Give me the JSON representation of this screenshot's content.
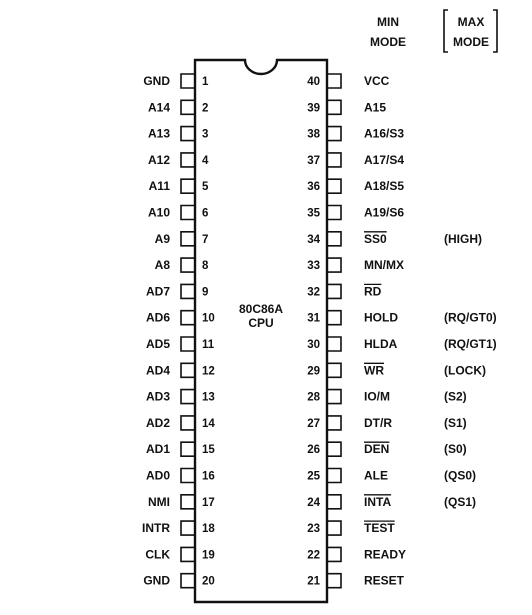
{
  "header": {
    "min_mode_line1": "MIN",
    "min_mode_line2": "MODE",
    "max_mode_line1": "MAX",
    "max_mode_line2": "MODE"
  },
  "chip": {
    "label_line1": "80C86A",
    "label_line2": "CPU"
  },
  "pins": [
    {
      "num": "1",
      "name": "GND",
      "overbar": false
    },
    {
      "num": "2",
      "name": "A14",
      "overbar": false
    },
    {
      "num": "3",
      "name": "A13",
      "overbar": false
    },
    {
      "num": "4",
      "name": "A12",
      "overbar": false
    },
    {
      "num": "5",
      "name": "A11",
      "overbar": false
    },
    {
      "num": "6",
      "name": "A10",
      "overbar": false
    },
    {
      "num": "7",
      "name": "A9",
      "overbar": false
    },
    {
      "num": "8",
      "name": "A8",
      "overbar": false
    },
    {
      "num": "9",
      "name": "AD7",
      "overbar": false
    },
    {
      "num": "10",
      "name": "AD6",
      "overbar": false
    },
    {
      "num": "11",
      "name": "AD5",
      "overbar": false
    },
    {
      "num": "12",
      "name": "AD4",
      "overbar": false
    },
    {
      "num": "13",
      "name": "AD3",
      "overbar": false
    },
    {
      "num": "14",
      "name": "AD2",
      "overbar": false
    },
    {
      "num": "15",
      "name": "AD1",
      "overbar": false
    },
    {
      "num": "16",
      "name": "AD0",
      "overbar": false
    },
    {
      "num": "17",
      "name": "NMI",
      "overbar": false
    },
    {
      "num": "18",
      "name": "INTR",
      "overbar": false
    },
    {
      "num": "19",
      "name": "CLK",
      "overbar": false
    },
    {
      "num": "20",
      "name": "GND",
      "overbar": false
    },
    {
      "num": "40",
      "name": "VCC",
      "overbar": false,
      "max": ""
    },
    {
      "num": "39",
      "name": "A15",
      "overbar": false,
      "max": ""
    },
    {
      "num": "38",
      "name": "A16/S3",
      "overbar": false,
      "max": ""
    },
    {
      "num": "37",
      "name": "A17/S4",
      "overbar": false,
      "max": ""
    },
    {
      "num": "36",
      "name": "A18/S5",
      "overbar": false,
      "max": ""
    },
    {
      "num": "35",
      "name": "A19/S6",
      "overbar": false,
      "max": ""
    },
    {
      "num": "34",
      "name": "SS0",
      "overbar": true,
      "max": "(HIGH)"
    },
    {
      "num": "33",
      "name": "MN/MX",
      "overbar": false,
      "max": ""
    },
    {
      "num": "32",
      "name": "RD",
      "overbar": true,
      "max": ""
    },
    {
      "num": "31",
      "name": "HOLD",
      "overbar": false,
      "max": "(RQ/GT0)"
    },
    {
      "num": "30",
      "name": "HLDA",
      "overbar": false,
      "max": "(RQ/GT1)"
    },
    {
      "num": "29",
      "name": "WR",
      "overbar": true,
      "max": "(LOCK)"
    },
    {
      "num": "28",
      "name": "IO/M",
      "overbar": false,
      "max": "(S2)"
    },
    {
      "num": "27",
      "name": "DT/R",
      "overbar": false,
      "max": "(S1)"
    },
    {
      "num": "26",
      "name": "DEN",
      "overbar": true,
      "max": "(S0)"
    },
    {
      "num": "25",
      "name": "ALE",
      "overbar": false,
      "max": "(QS0)"
    },
    {
      "num": "24",
      "name": "INTA",
      "overbar": true,
      "max": "(QS1)"
    },
    {
      "num": "23",
      "name": "TEST",
      "overbar": true,
      "max": ""
    },
    {
      "num": "22",
      "name": "READY",
      "overbar": false,
      "max": ""
    },
    {
      "num": "21",
      "name": "RESET",
      "overbar": false,
      "max": ""
    }
  ]
}
